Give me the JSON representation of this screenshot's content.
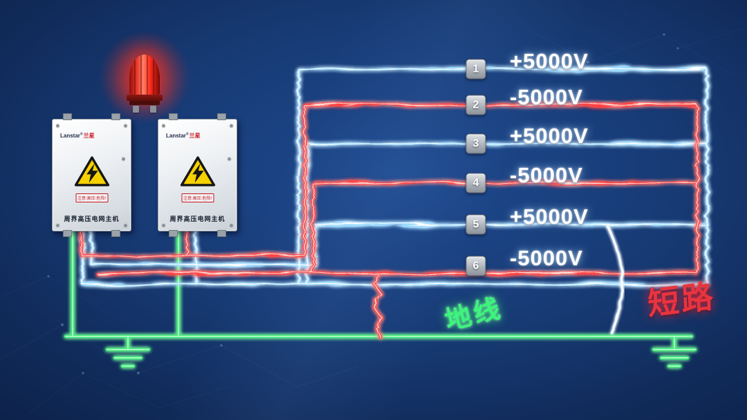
{
  "scene": {
    "ground_label": "地线",
    "short_circuit_label": "短路"
  },
  "devices": [
    {
      "brand": "Lanstar",
      "brand_mark": "®",
      "brand_cn": "兰星",
      "warning_text": "注意:高压:危险!",
      "device_name": "周界高压电网主机"
    },
    {
      "brand": "Lanstar",
      "brand_mark": "®",
      "brand_cn": "兰星",
      "warning_text": "注意:高压:危险!",
      "device_name": "周界高压电网主机"
    }
  ],
  "wires": [
    {
      "num": "1",
      "voltage": "+5000V",
      "polarity": "positive"
    },
    {
      "num": "2",
      "voltage": "-5000V",
      "polarity": "negative"
    },
    {
      "num": "3",
      "voltage": "+5000V",
      "polarity": "positive"
    },
    {
      "num": "4",
      "voltage": "-5000V",
      "polarity": "negative"
    },
    {
      "num": "5",
      "voltage": "+5000V",
      "polarity": "positive"
    },
    {
      "num": "6",
      "voltage": "-5000V",
      "polarity": "negative"
    }
  ],
  "colors": {
    "positive_wire": "#9fdcff",
    "negative_wire": "#ff4545",
    "ground_wire": "#3fe879",
    "voltage_text": "#ffffff",
    "short_circuit_text": "#e8343f",
    "alarm_light": "#ff2d1c",
    "background": "#173a74"
  }
}
